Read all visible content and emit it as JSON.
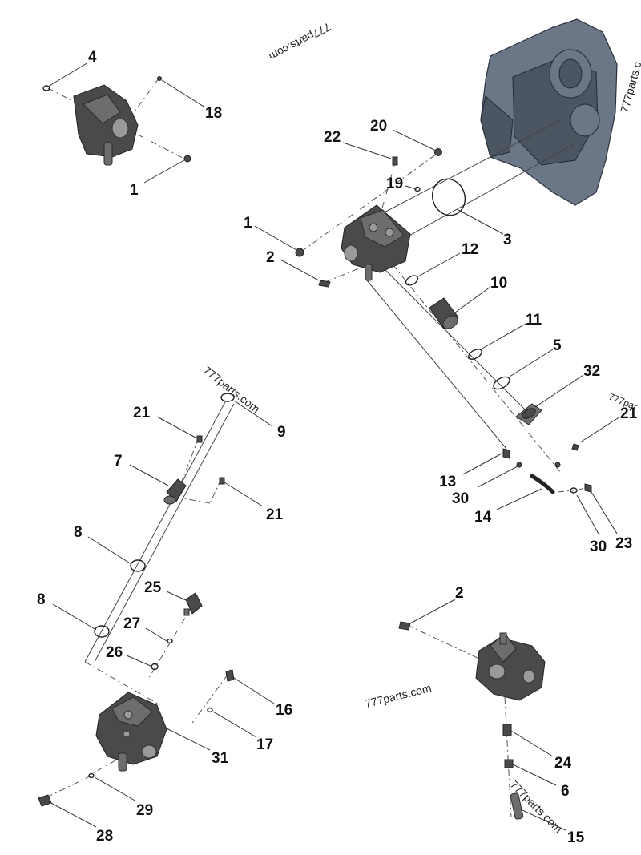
{
  "callouts": {
    "c4": "4",
    "c18": "18",
    "c1a": "1",
    "c22": "22",
    "c20": "20",
    "c19": "19",
    "c1b": "1",
    "c2a": "2",
    "c3": "3",
    "c12": "12",
    "c10": "10",
    "c11": "11",
    "c5": "5",
    "c32": "32",
    "c21a": "21",
    "c13": "13",
    "c30a": "30",
    "c14": "14",
    "c30b": "30",
    "c23": "23",
    "c21b": "21",
    "c9": "9",
    "c7": "7",
    "c21c": "21",
    "c8a": "8",
    "c8b": "8",
    "c25": "25",
    "c27": "27",
    "c26": "26",
    "c16": "16",
    "c17": "17",
    "c31": "31",
    "c29": "29",
    "c28": "28",
    "c2b": "2",
    "c24": "24",
    "c6": "6",
    "c15": "15"
  },
  "watermarks": {
    "w1": "777parts.com",
    "w2": "777parts.c",
    "w3": "777parts.com",
    "w4": "777parts.com",
    "w5": "777parts.com",
    "w6": "777par"
  },
  "icons": [
    "timing-cover-icon",
    "pump-housing-icon",
    "bolt-icon",
    "o-ring-icon",
    "sleeve-icon",
    "flange-icon",
    "pipe-icon",
    "fitting-icon"
  ]
}
